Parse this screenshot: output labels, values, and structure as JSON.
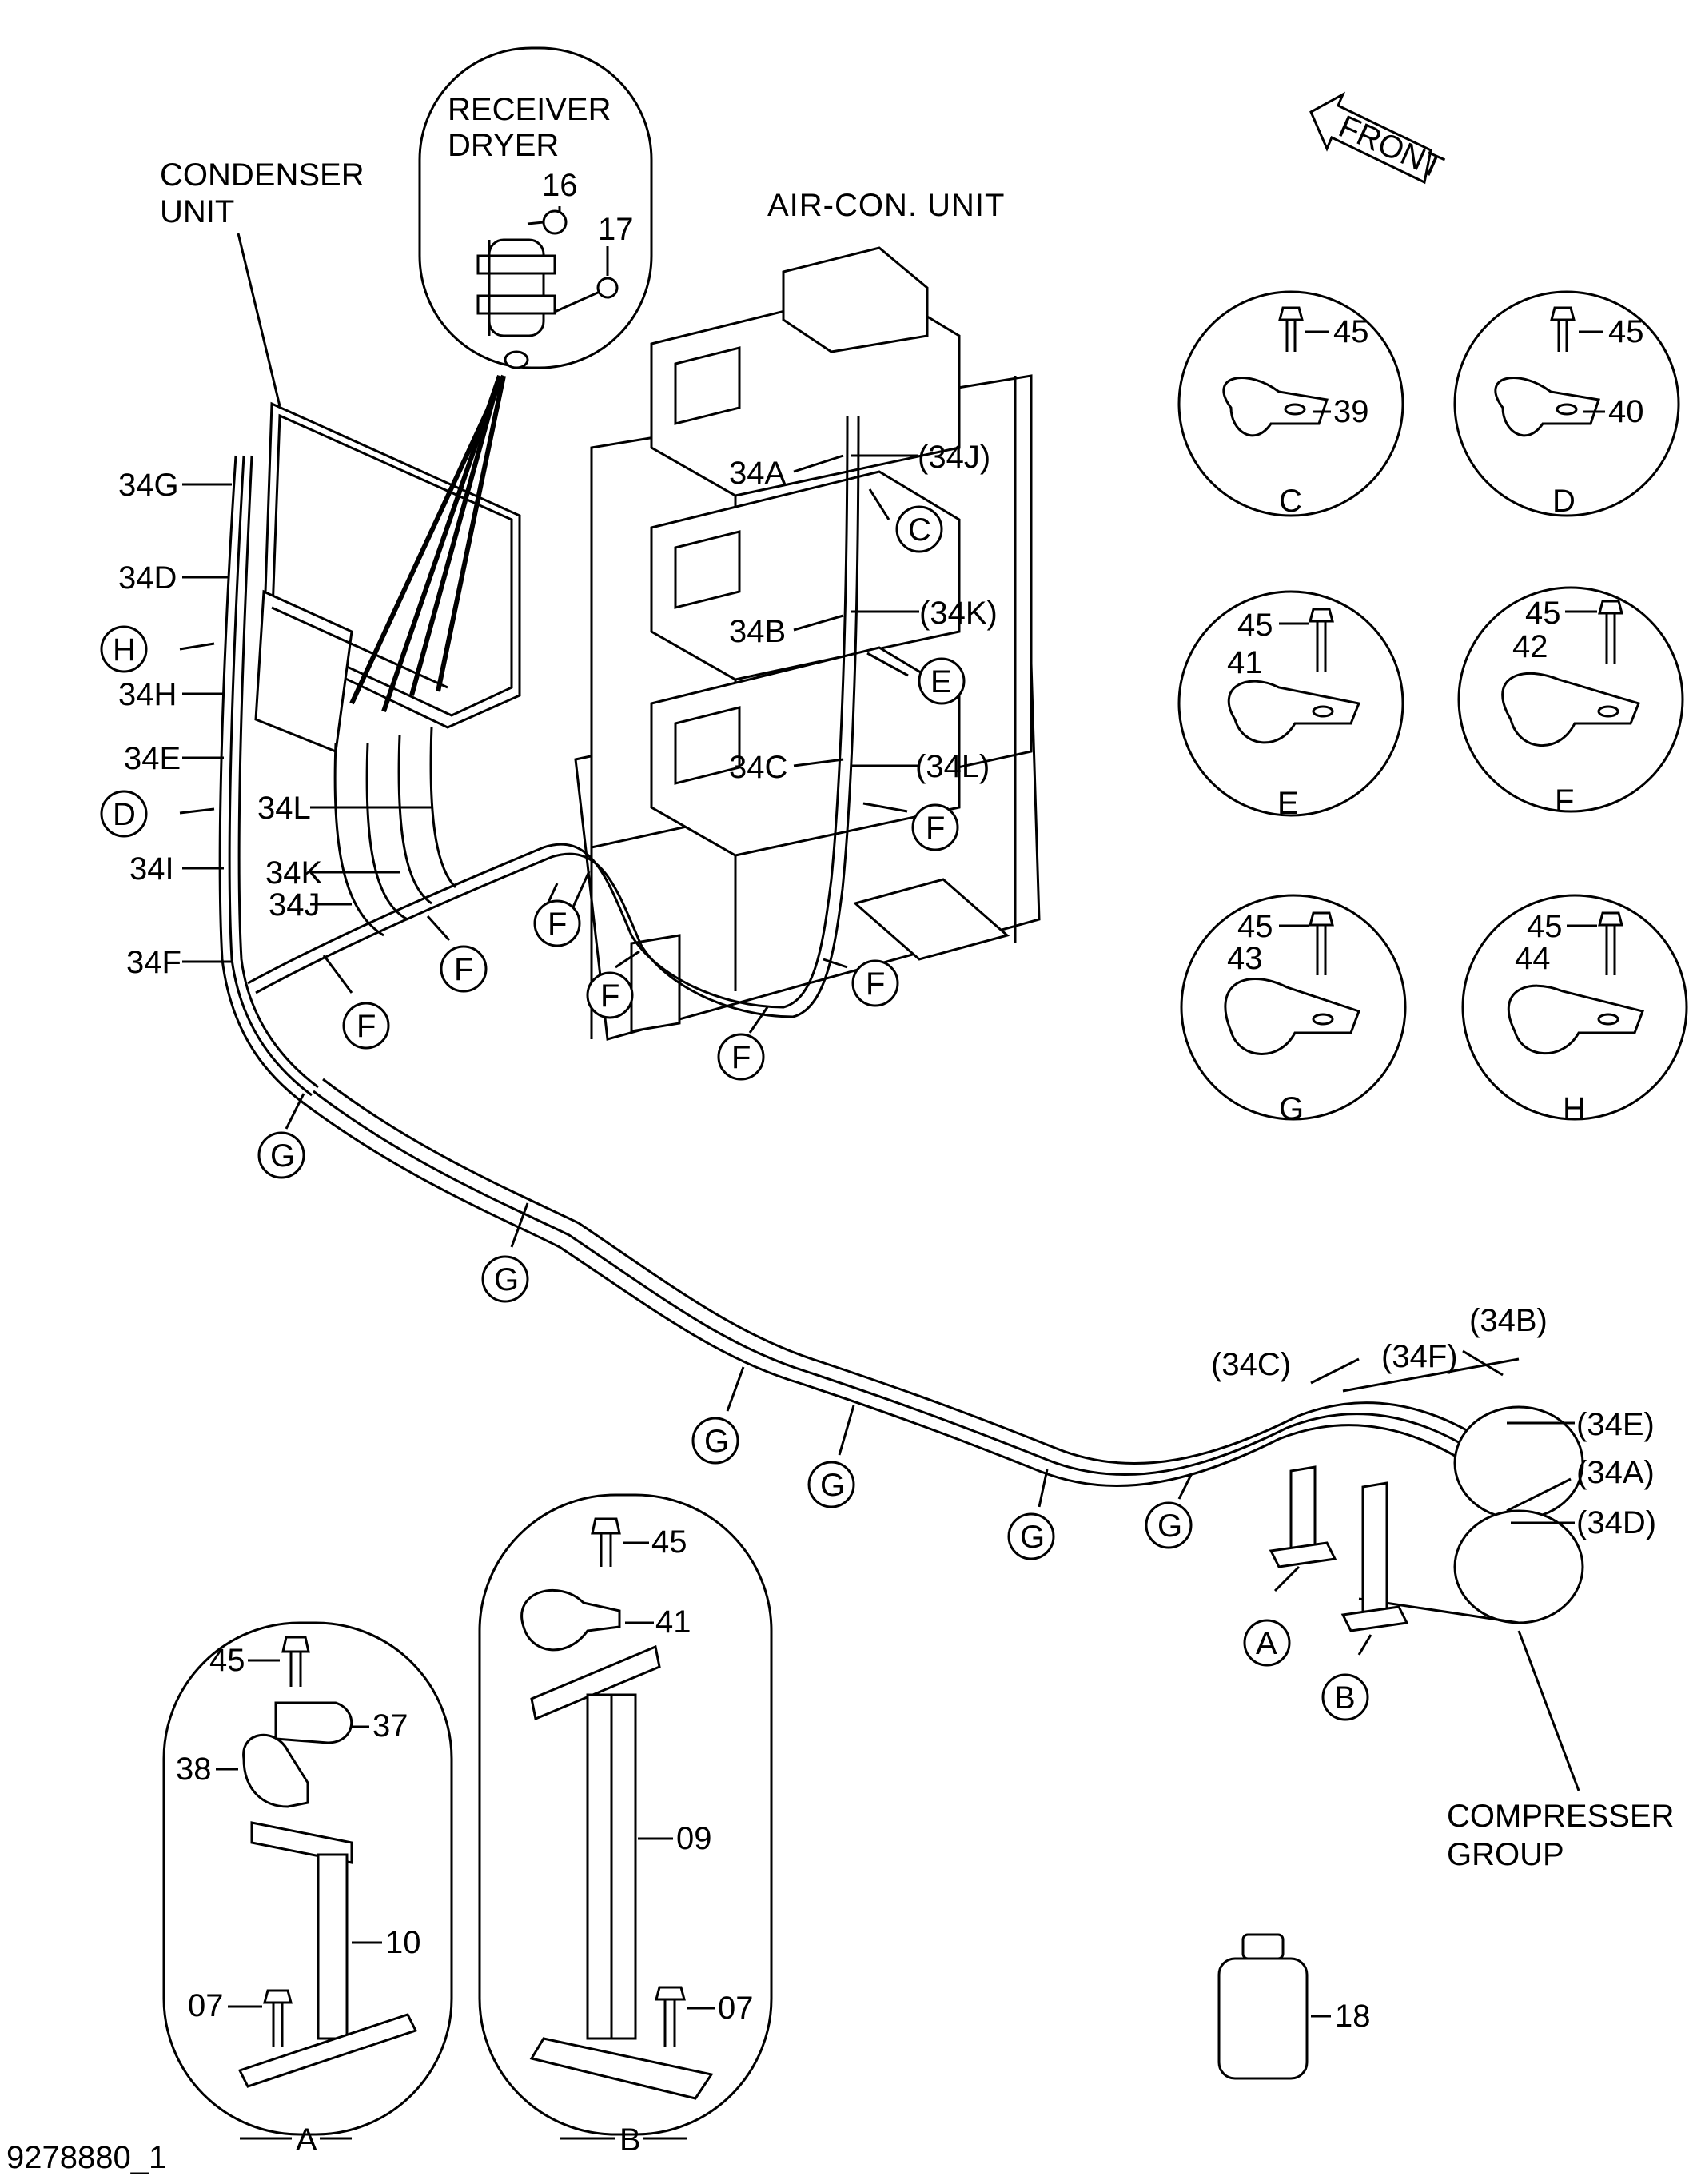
{
  "components": {
    "condenser_unit": "CONDENSER\nUNIT",
    "receiver_dryer": "RECEIVER\nDRYER",
    "aircon_unit": "AIR-CON. UNIT",
    "compresser_group": "COMPRESSER\nGROUP",
    "front": "FRONT"
  },
  "hose_labels": {
    "h34G": "34G",
    "h34D": "34D",
    "h34H": "34H",
    "h34E": "34E",
    "h34I": "34I",
    "h34F": "34F",
    "h34L": "34L",
    "h34K": "34K",
    "h34J": "34J",
    "h34A": "34A",
    "h34B": "34B",
    "h34C": "34C",
    "h34Jp": "(34J)",
    "h34Kp": "(34K)",
    "h34Lp": "(34L)",
    "h34Bp": "(34B)",
    "h34Cp": "(34C)",
    "h34Fp": "(34F)",
    "h34Ep": "(34E)",
    "h34Ap": "(34A)",
    "h34Dp": "(34D)"
  },
  "clamp_callouts": {
    "C": "C",
    "D": "D",
    "E": "E",
    "F": "F",
    "G": "G",
    "H": "H",
    "A": "A",
    "B": "B"
  },
  "detail_views": [
    {
      "view": "C",
      "bolt": "45",
      "clamp": "39"
    },
    {
      "view": "D",
      "bolt": "45",
      "clamp": "40"
    },
    {
      "view": "E",
      "bolt": "45",
      "clamp": "41"
    },
    {
      "view": "F",
      "bolt": "45",
      "clamp": "42"
    },
    {
      "view": "G",
      "bolt": "45",
      "clamp": "43"
    },
    {
      "view": "H",
      "bolt": "45",
      "clamp": "44"
    }
  ],
  "part_numbers": {
    "p16": "16",
    "p17": "17",
    "p18": "18",
    "p45": "45",
    "p41": "41",
    "p09": "09",
    "p07": "07",
    "p37": "37",
    "p38": "38",
    "p10": "10"
  },
  "bracket_views": {
    "a": "A",
    "b": "B"
  },
  "drawing_number": "9278880_1"
}
